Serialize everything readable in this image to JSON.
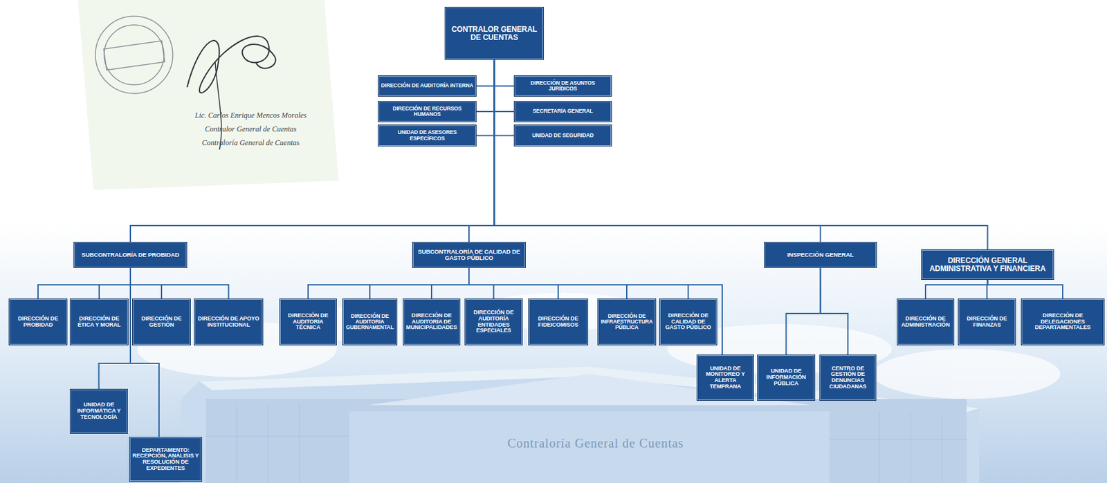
{
  "diagram": {
    "nodes": [
      {
        "text": [
          "CONTRALOR GENERAL DE CUENTAS"
        ]
      },
      {
        "text": [
          "DIRECCIÓN DE AUDITORÍA INTERNA"
        ]
      },
      {
        "text": [
          "DIRECCIÓN DE ASUNTOS JURÍDICOS"
        ]
      },
      {
        "text": [
          "DIRECCIÓN DE RECURSOS HUMANOS"
        ]
      },
      {
        "text": [
          "SECRETARÍA GENERAL"
        ]
      },
      {
        "text": [
          "UNIDAD DE ASESORES ESPECÍFICOS"
        ]
      },
      {
        "text": [
          "UNIDAD DE SEGURIDAD"
        ]
      },
      {
        "text": [
          "SUBCONTRALORÍA DE PROBIDAD"
        ]
      },
      {
        "text": [
          "SUBCONTRALORÍA DE CALIDAD DE GASTO PÚBLICO"
        ]
      },
      {
        "text": [
          "INSPECCIÓN GENERAL"
        ]
      },
      {
        "text": [
          "DIRECCIÓN GENERAL ADMINISTRATIVA Y FINANCIERA"
        ]
      },
      {
        "text": [
          "DIRECCIÓN DE PROBIDAD"
        ]
      },
      {
        "text": [
          "DIRECCIÓN DE ÉTICA Y MORAL"
        ]
      },
      {
        "text": [
          "DIRECCIÓN DE GESTIÓN"
        ]
      },
      {
        "text": [
          "DIRECCIÓN DE APOYO INSTITUCIONAL"
        ]
      },
      {
        "text": [
          "UNIDAD DE INFORMÁTICA Y TECNOLOGÍA"
        ]
      },
      {
        "text": [
          "DEPARTAMENTO: RECEPCIÓN, ANÁLISIS Y RESOLUCIÓN DE EXPEDIENTES"
        ]
      },
      {
        "text": [
          "DIRECCIÓN DE AUDITORÍA TÉCNICA"
        ]
      },
      {
        "text": [
          "DIRECCIÓN DE AUDITORÍA GUBERNAMENTAL"
        ]
      },
      {
        "text": [
          "DIRECCIÓN DE AUDITORÍA DE MUNICIPALIDADES"
        ]
      },
      {
        "text": [
          "DIRECCIÓN DE AUDITORÍA ENTIDADES ESPECIALES"
        ]
      },
      {
        "text": [
          "DIRECCIÓN DE FIDEICOMISOS"
        ]
      },
      {
        "text": [
          "DIRECCIÓN DE INFRAESTRUCTURA PÚBLICA"
        ]
      },
      {
        "text": [
          "DIRECCIÓN DE CALIDAD DE GASTO PÚBLICO"
        ]
      },
      {
        "text": [
          "UNIDAD DE MONITOREO Y ALERTA TEMPRANA"
        ]
      },
      {
        "text": [
          "UNIDAD DE INFORMACIÓN PÚBLICA"
        ]
      },
      {
        "text": [
          "CENTRO DE GESTIÓN DE DENUNCIAS CIUDADANAS"
        ]
      },
      {
        "text": [
          "DIRECCIÓN DE ADMINISTRACIÓN"
        ]
      },
      {
        "text": [
          "DIRECCIÓN DE FINANZAS"
        ]
      },
      {
        "text": [
          "DIRECCIÓN DE DELEGACIONES DEPARTAMENTALES"
        ]
      }
    ],
    "edges": [
      {
        "from": 0,
        "to": 1,
        "arrow": "none"
      },
      {
        "from": 0,
        "to": 2,
        "arrow": "none"
      },
      {
        "from": 0,
        "to": 3,
        "arrow": "none"
      },
      {
        "from": 0,
        "to": 4,
        "arrow": "none"
      },
      {
        "from": 0,
        "to": 5,
        "arrow": "none"
      },
      {
        "from": 0,
        "to": 6,
        "arrow": "none"
      },
      {
        "from": 0,
        "to": 7,
        "arrow": "none"
      },
      {
        "from": 0,
        "to": 8,
        "arrow": "none"
      },
      {
        "from": 0,
        "to": 9,
        "arrow": "none"
      },
      {
        "from": 0,
        "to": 10,
        "arrow": "none"
      },
      {
        "from": 7,
        "to": 11,
        "arrow": "none"
      },
      {
        "from": 7,
        "to": 12,
        "arrow": "none"
      },
      {
        "from": 7,
        "to": 13,
        "arrow": "none"
      },
      {
        "from": 7,
        "to": 14,
        "arrow": "none"
      },
      {
        "from": 7,
        "to": 15,
        "arrow": "none"
      },
      {
        "from": 7,
        "to": 16,
        "arrow": "none"
      },
      {
        "from": 8,
        "to": 17,
        "arrow": "none"
      },
      {
        "from": 8,
        "to": 18,
        "arrow": "none"
      },
      {
        "from": 8,
        "to": 19,
        "arrow": "none"
      },
      {
        "from": 8,
        "to": 20,
        "arrow": "none"
      },
      {
        "from": 8,
        "to": 21,
        "arrow": "none"
      },
      {
        "from": 8,
        "to": 22,
        "arrow": "none"
      },
      {
        "from": 8,
        "to": 23,
        "arrow": "none"
      },
      {
        "from": 8,
        "to": 24,
        "arrow": "none"
      },
      {
        "from": 9,
        "to": 25,
        "arrow": "none"
      },
      {
        "from": 9,
        "to": 26,
        "arrow": "none"
      },
      {
        "from": 10,
        "to": 27,
        "arrow": "none"
      },
      {
        "from": 10,
        "to": 28,
        "arrow": "none"
      },
      {
        "from": 10,
        "to": 29,
        "arrow": "none"
      }
    ],
    "labels": [
      "Lic. Carlos Enrique Mencos Morales",
      "Contralor General de Cuentas",
      "Contraloría General de Cuentas",
      "Contraloría General de Cuentas"
    ]
  }
}
